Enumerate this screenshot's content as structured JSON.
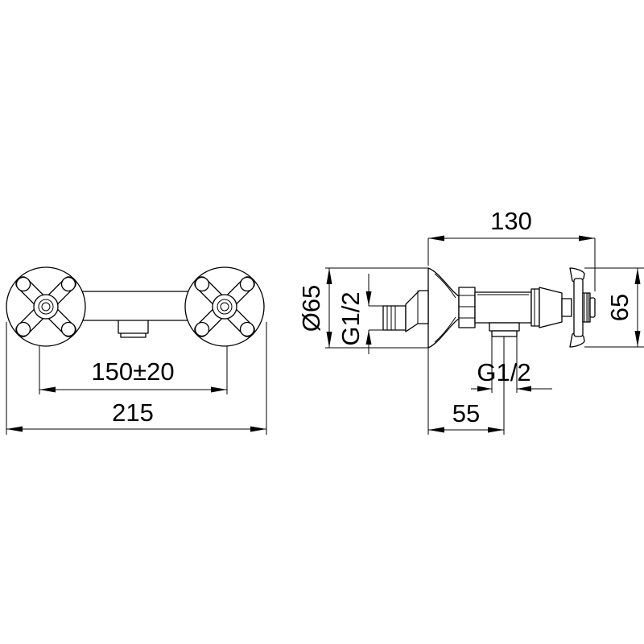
{
  "dimensions": {
    "center_distance": "150±20",
    "overall_width": "215",
    "overall_depth": "130",
    "handle_height": "65",
    "rosette_diameter": "Ø65",
    "inlet_thread": "G1/2",
    "outlet_thread": "G1/2",
    "outlet_offset": "55"
  }
}
